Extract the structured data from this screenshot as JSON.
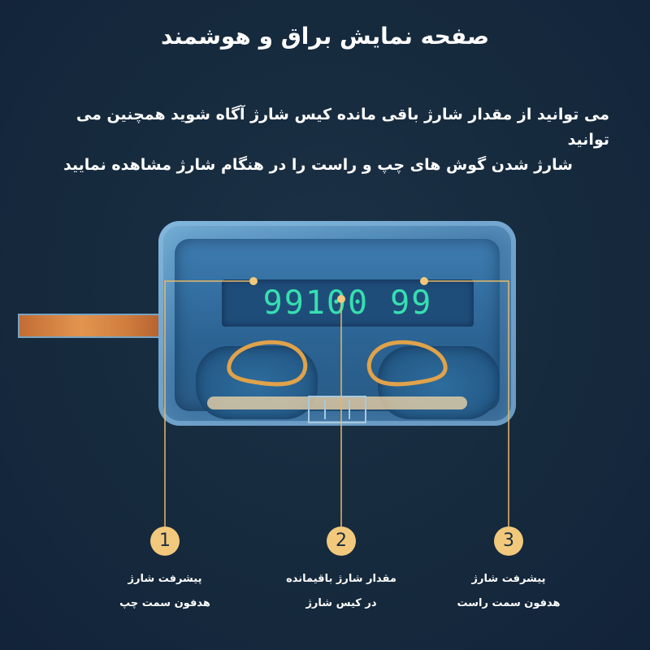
{
  "title": "صفحه نمایش براق و هوشمند",
  "description": {
    "line1": "می توانید از مقدار شارژ باقی مانده کیس شارژ آگاه شوید همچنین می توانید",
    "line2": "شارژ شدن گوش های چپ و راست را در هنگام شارژ مشاهده نمایید"
  },
  "display": {
    "digits": "99100 99"
  },
  "callouts": [
    {
      "number": "1",
      "line1": "پیشرفت شارژ",
      "line2": "هدفون سمت چپ"
    },
    {
      "number": "2",
      "line1": "مقدار شارژ باقیمانده",
      "line2": "در کیس شارژ"
    },
    {
      "number": "3",
      "line1": "پیشرفت شارژ",
      "line2": "هدفون سمت راست"
    }
  ],
  "colors": {
    "accent": "#f2c97c",
    "digits": "#36e0b0",
    "background": "#162a3d"
  }
}
